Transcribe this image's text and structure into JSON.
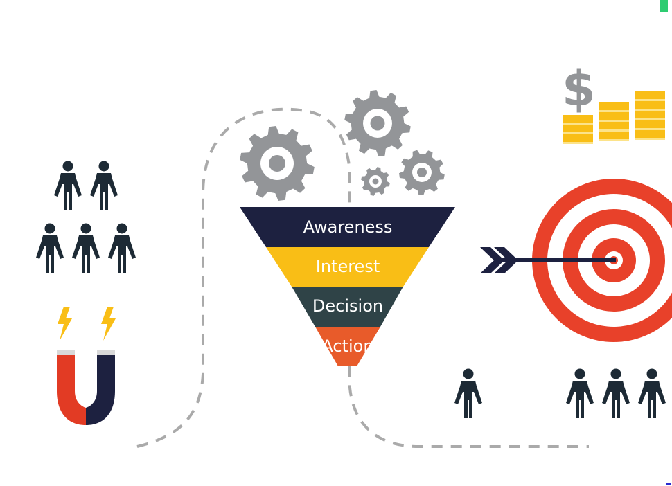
{
  "funnel": {
    "stages": [
      {
        "label": "Awareness",
        "color": "#1d2140"
      },
      {
        "label": "Interest",
        "color": "#f9be16"
      },
      {
        "label": "Decision",
        "color": "#2f4347"
      },
      {
        "label": "Action",
        "color": "#e85b2a"
      }
    ]
  },
  "money": {
    "symbol": "$",
    "symbol_color": "#939598",
    "coin_color": "#f9be16",
    "coin_stripe_color": "#fce38a"
  },
  "colors": {
    "person": "#1d2a35",
    "gear": "#939598",
    "dashed_path": "#aaaaaa",
    "target_red": "#e8412a",
    "arrow": "#1d2140",
    "magnet_red": "#e23b24",
    "magnet_navy": "#1d2140",
    "bolt": "#f9be16"
  },
  "icons": [
    "person-icon",
    "gear-icon",
    "magnet-icon",
    "lightning-icon",
    "target-icon",
    "arrow-icon",
    "coin-stack-icon",
    "dollar-icon"
  ]
}
